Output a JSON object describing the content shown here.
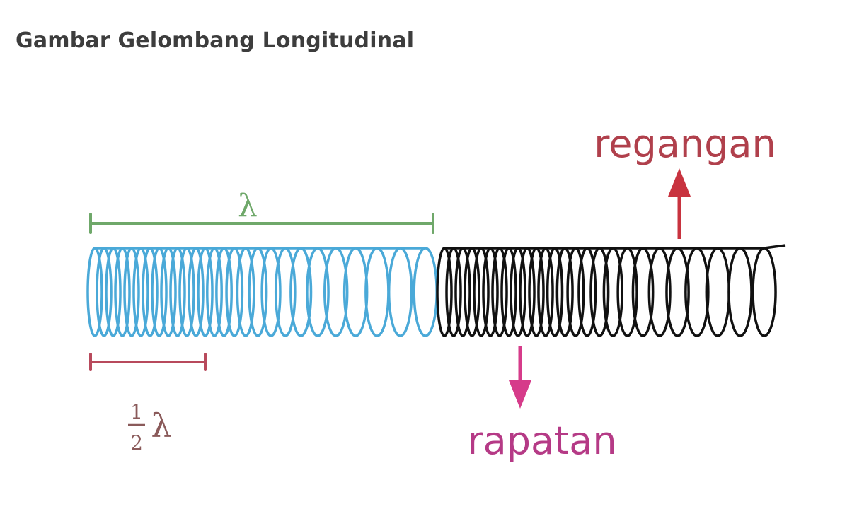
{
  "title": "Gambar Gelombang Longitudinal",
  "labels": {
    "wavelength_symbol": "λ",
    "half_fraction_numerator": "1",
    "half_fraction_denominator": "2",
    "half_symbol": "λ",
    "stretch": "regangan",
    "compression": "rapatan"
  },
  "colors": {
    "title": "#3d3d3d",
    "spring_left": "#4aa9d8",
    "spring_right": "#111111",
    "wavelength_marker": "#6fa86a",
    "half_wavelength_marker": "#b84a5c",
    "half_label": "#8a5a5a",
    "stretch_arrow": "#c8333f",
    "stretch_label": "#b0404c",
    "compression_arrow": "#d63b8a",
    "compression_label": "#b53a86"
  }
}
